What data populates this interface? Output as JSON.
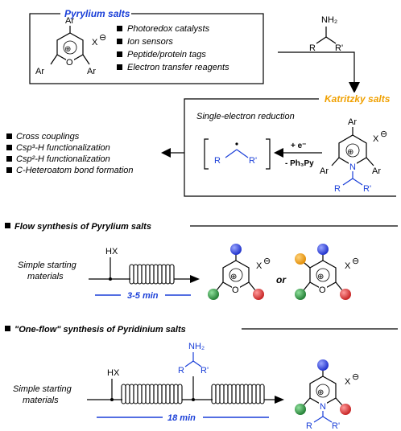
{
  "pyrylium": {
    "title": "Pyrylium salts",
    "uses": [
      "Photoredox catalysts",
      "Ion sensors",
      "Peptide/protein tags",
      "Electron transfer reagents"
    ],
    "struct": {
      "ar": "Ar",
      "x": "X",
      "o": "O",
      "plus": "⊕",
      "minus": "⊖"
    }
  },
  "amine": {
    "nh2": "NH₂",
    "r": "R",
    "r2": "R'"
  },
  "katritzky": {
    "title": "Katritzky salts",
    "reduction": "Single-electron reduction",
    "electron": "+ e⁻",
    "loss": "- Ph₃Py",
    "radical": {
      "r": "R",
      "r2": "R'"
    },
    "struct": {
      "ar": "Ar",
      "x": "X",
      "n": "N",
      "r": "R",
      "r2": "R'"
    }
  },
  "applications": [
    "Cross couplings",
    "Csp³-H functionalization",
    "Csp²-H functionalization",
    "C-Heteroatom bond formation"
  ],
  "flow": {
    "title": "Flow synthesis of Pyrylium salts",
    "start": [
      "Simple starting",
      "materials"
    ],
    "reagent": "HX",
    "time": "3-5 min",
    "or": "or",
    "x": "X",
    "o": "O"
  },
  "oneflow": {
    "title": "\"One-flow\" synthesis of Pyridinium salts",
    "start": [
      "Simple starting",
      "materials"
    ],
    "reagent": "HX",
    "amine": {
      "nh2": "NH₂",
      "r": "R",
      "r2": "R'"
    },
    "time": "18 min",
    "x": "X",
    "n": "N",
    "r": "R",
    "r2": "R'"
  },
  "colors": {
    "blue": "#1a3fd8",
    "orange": "#f0a000",
    "green": "#2e8b3e",
    "red": "#d42a2a",
    "sphere_blue": "#2f3fd6"
  }
}
